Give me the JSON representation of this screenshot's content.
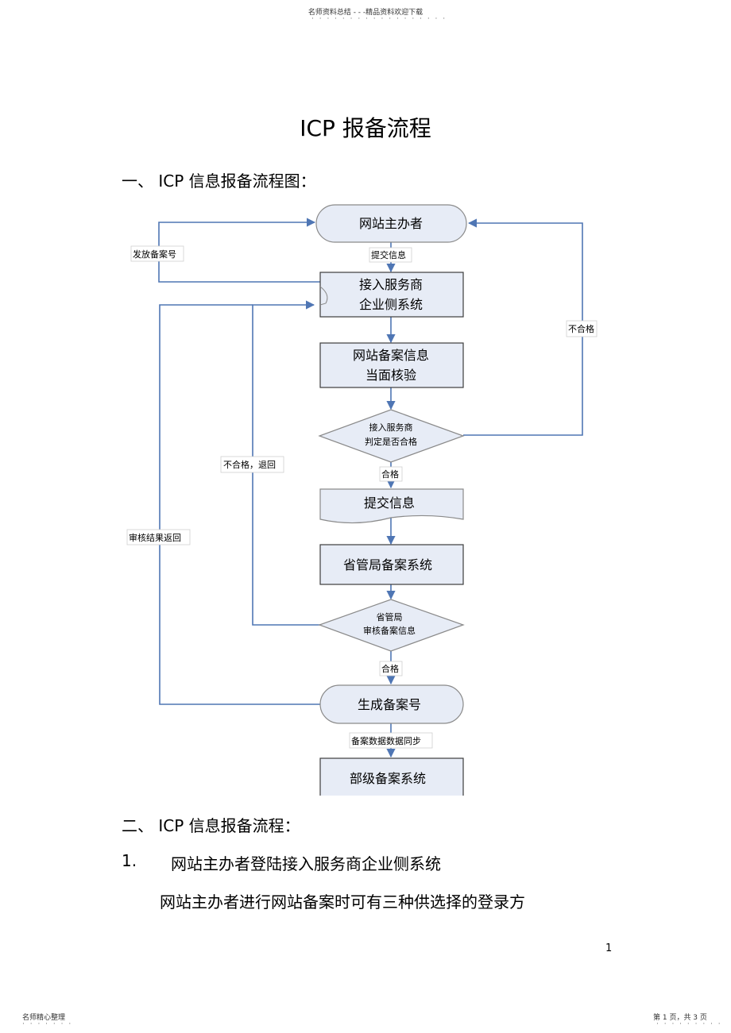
{
  "header": {
    "text": "名师资料总结 - - -精品资料欢迎下载",
    "dots": "· · · · · · · · · · · · · · · · · ·"
  },
  "title": "ICP 报备流程",
  "section1": "一、 ICP 信息报备流程图：",
  "flowchart": {
    "nodes": {
      "sponsor": "网站主办者",
      "isp_line1": "接入服务商",
      "isp_line2": "企业侧系统",
      "verify_line1": "网站备案信息",
      "verify_line2": "当面核验",
      "judge_line1": "接入服务商",
      "judge_line2": "判定是否合格",
      "submit": "提交信息",
      "provincial": "省管局备案系统",
      "review_line1": "省管局",
      "review_line2": "审核备案信息",
      "generate": "生成备案号",
      "ministry": "部级备案系统"
    },
    "labels": {
      "issue_number": "发放备案号",
      "submit_info": "提交信息",
      "unqualified": "不合格",
      "qualified1": "合格",
      "unqualified_return": "不合格，退回",
      "review_return": "审核结果返回",
      "qualified2": "合格",
      "sync": "备案数据数据同步"
    },
    "colors": {
      "line": "#4f76b4",
      "box_fill": "#e7ecf6",
      "box_border": "#3c3c3c"
    }
  },
  "section2": "二、 ICP 信息报备流程：",
  "item1": {
    "number": "1.",
    "text": "网站主办者登陆接入服务商企业侧系统"
  },
  "paragraph": "网站主办者进行网站备案时可有三种供选择的登录方",
  "page_number": "1",
  "footer": {
    "left": "名师精心整理",
    "left_dots": "· · · · · · ·",
    "right": "第 1 页，共 3 页",
    "right_dots": "· · · · · · · · ·"
  }
}
